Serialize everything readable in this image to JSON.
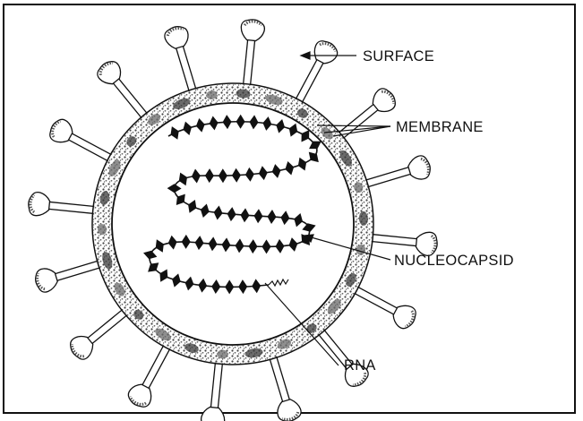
{
  "diagram": {
    "labels": {
      "surface": "SURFACE",
      "membrane": "MEMBRANE",
      "nucleocapsid": "NUCLEOCAPSID",
      "rna": "RNA"
    },
    "colors": {
      "line": "#111111",
      "envelope_speckle": "#555555",
      "background": "#ffffff"
    }
  }
}
